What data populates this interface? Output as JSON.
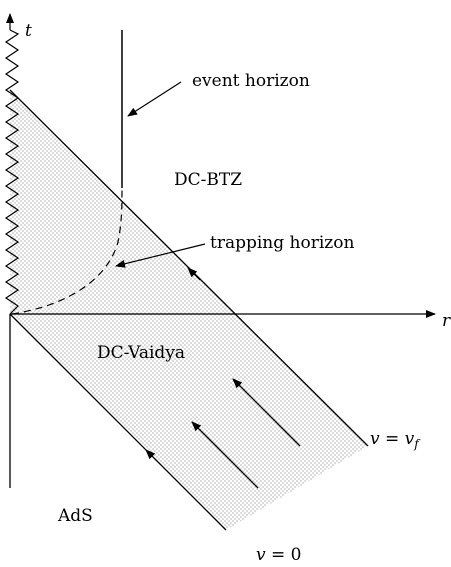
{
  "axes": {
    "t_label": "t",
    "r_label": "r"
  },
  "regions": {
    "dc_btz": "DC-BTZ",
    "dc_vaidya": "DC-Vaidya",
    "ads": "AdS"
  },
  "annotations": {
    "event_horizon": "event horizon",
    "trapping_horizon": "trapping horizon"
  },
  "null_lines": {
    "v_f_lhs": "v",
    "v_f_eq": " = ",
    "v_f_rhs": "v",
    "v_f_sub": "f",
    "v_0_lhs": "v",
    "v_0_rest": " = 0"
  },
  "colors": {
    "ink": "#000000",
    "background": "#ffffff",
    "shading": "#555555"
  }
}
